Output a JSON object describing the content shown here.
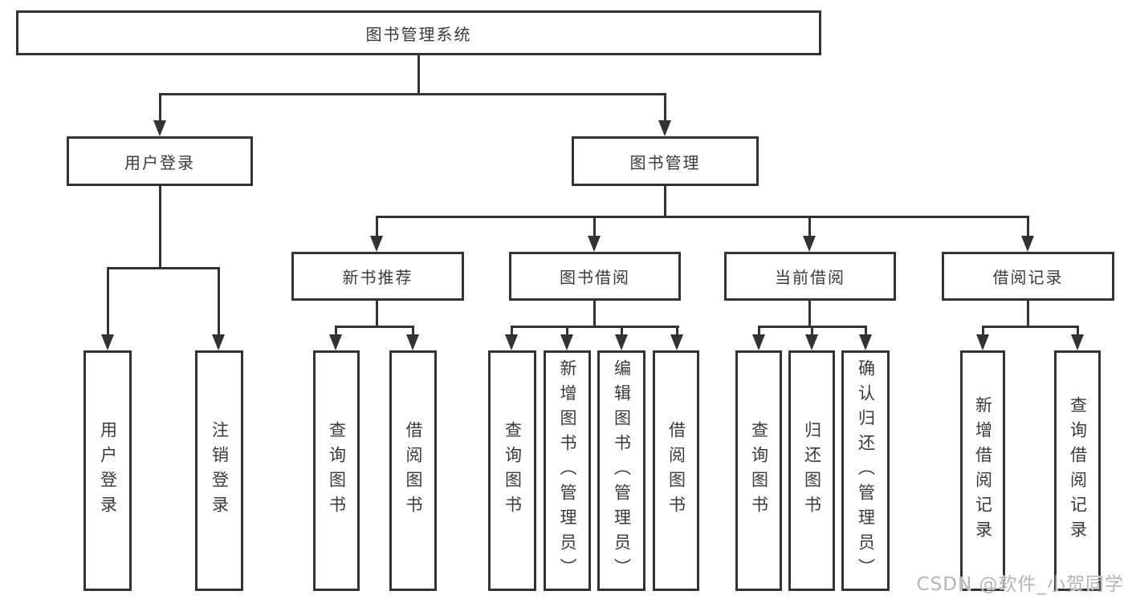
{
  "diagram": {
    "root": {
      "label": "图书管理系统"
    },
    "branches": [
      {
        "label": "用户登录",
        "children": [
          {
            "label": "用户登录"
          },
          {
            "label": "注销登录"
          }
        ]
      },
      {
        "label": "图书管理",
        "children": [
          {
            "label": "新书推荐",
            "children": [
              {
                "label": "查询图书"
              },
              {
                "label": "借阅图书"
              }
            ]
          },
          {
            "label": "图书借阅",
            "children": [
              {
                "label": "查询图书"
              },
              {
                "label": "新增图书（管理员）"
              },
              {
                "label": "编辑图书（管理员）"
              },
              {
                "label": "借阅图书"
              }
            ]
          },
          {
            "label": "当前借阅",
            "children": [
              {
                "label": "查询图书"
              },
              {
                "label": "归还图书"
              },
              {
                "label": "确认归还（管理员）"
              }
            ]
          },
          {
            "label": "借阅记录",
            "children": [
              {
                "label": "新增借阅记录"
              },
              {
                "label": "查询借阅记录"
              }
            ]
          }
        ]
      }
    ]
  },
  "watermark": {
    "text": "CSDN @软件_小贺同学"
  },
  "colors": {
    "line": "#333333",
    "text": "#3a3a3a",
    "watermark": "#b5b5b5"
  }
}
